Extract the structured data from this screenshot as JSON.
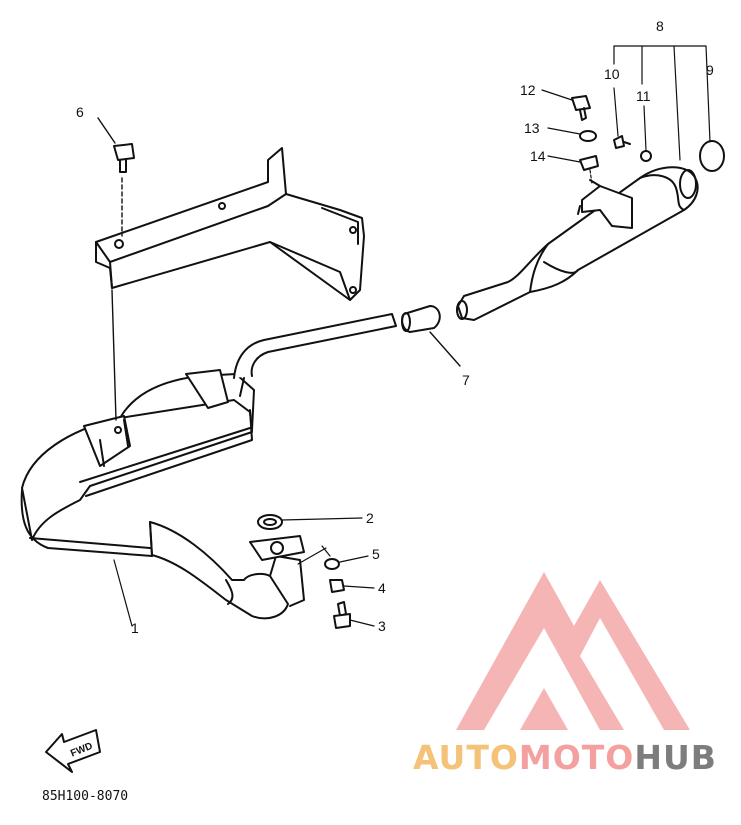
{
  "diagram": {
    "code": "85H100-8070",
    "fwd_label": "FWD",
    "part_numbers": [
      "1",
      "2",
      "3",
      "4",
      "5",
      "6",
      "7",
      "8",
      "9",
      "10",
      "11",
      "12",
      "13",
      "14"
    ]
  },
  "watermark": {
    "text_auto": "AUTO",
    "text_moto": "MOTO",
    "text_hub": "HUB",
    "color_auto": "#f5c27a",
    "color_moto": "#f4a0a0",
    "color_hub": "#7d7d7d",
    "logo_color": "#f3a3a3"
  }
}
